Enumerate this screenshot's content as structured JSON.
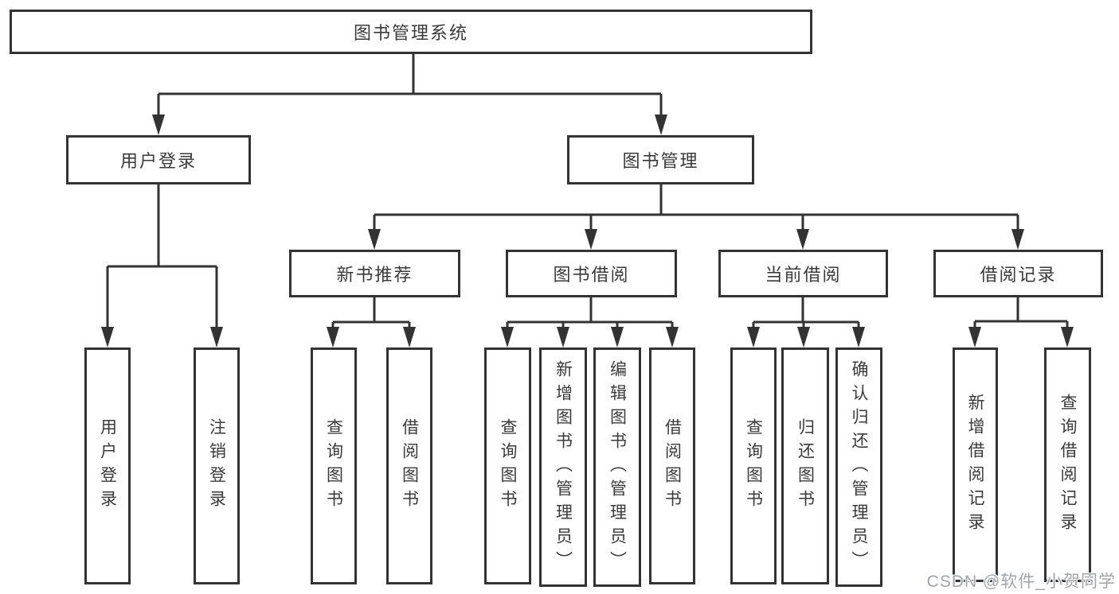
{
  "diagram": {
    "title": "图书管理系统",
    "colors": {
      "line": "#333333",
      "box_border": "#333333",
      "text": "#3a3a3a",
      "background": "#ffffff",
      "watermark": "#9aa0a4"
    },
    "tree": {
      "root": {
        "label": "图书管理系统"
      },
      "branches": [
        {
          "label": "用户登录",
          "children": [
            {
              "label": "用户登录"
            },
            {
              "label": "注销登录"
            }
          ]
        },
        {
          "label": "图书管理",
          "children": [
            {
              "label": "新书推荐",
              "children": [
                {
                  "label": "查询图书"
                },
                {
                  "label": "借阅图书"
                }
              ]
            },
            {
              "label": "图书借阅",
              "children": [
                {
                  "label": "查询图书"
                },
                {
                  "label": "新增图书（管理员）"
                },
                {
                  "label": "编辑图书（管理员）"
                },
                {
                  "label": "借阅图书"
                }
              ]
            },
            {
              "label": "当前借阅",
              "children": [
                {
                  "label": "查询图书"
                },
                {
                  "label": "归还图书"
                },
                {
                  "label": "确认归还（管理员）"
                }
              ]
            },
            {
              "label": "借阅记录",
              "children": [
                {
                  "label": "新增借阅记录"
                },
                {
                  "label": "查询借阅记录"
                }
              ]
            }
          ]
        }
      ]
    }
  },
  "watermark": {
    "text": "CSDN @软件_小贺同学"
  }
}
